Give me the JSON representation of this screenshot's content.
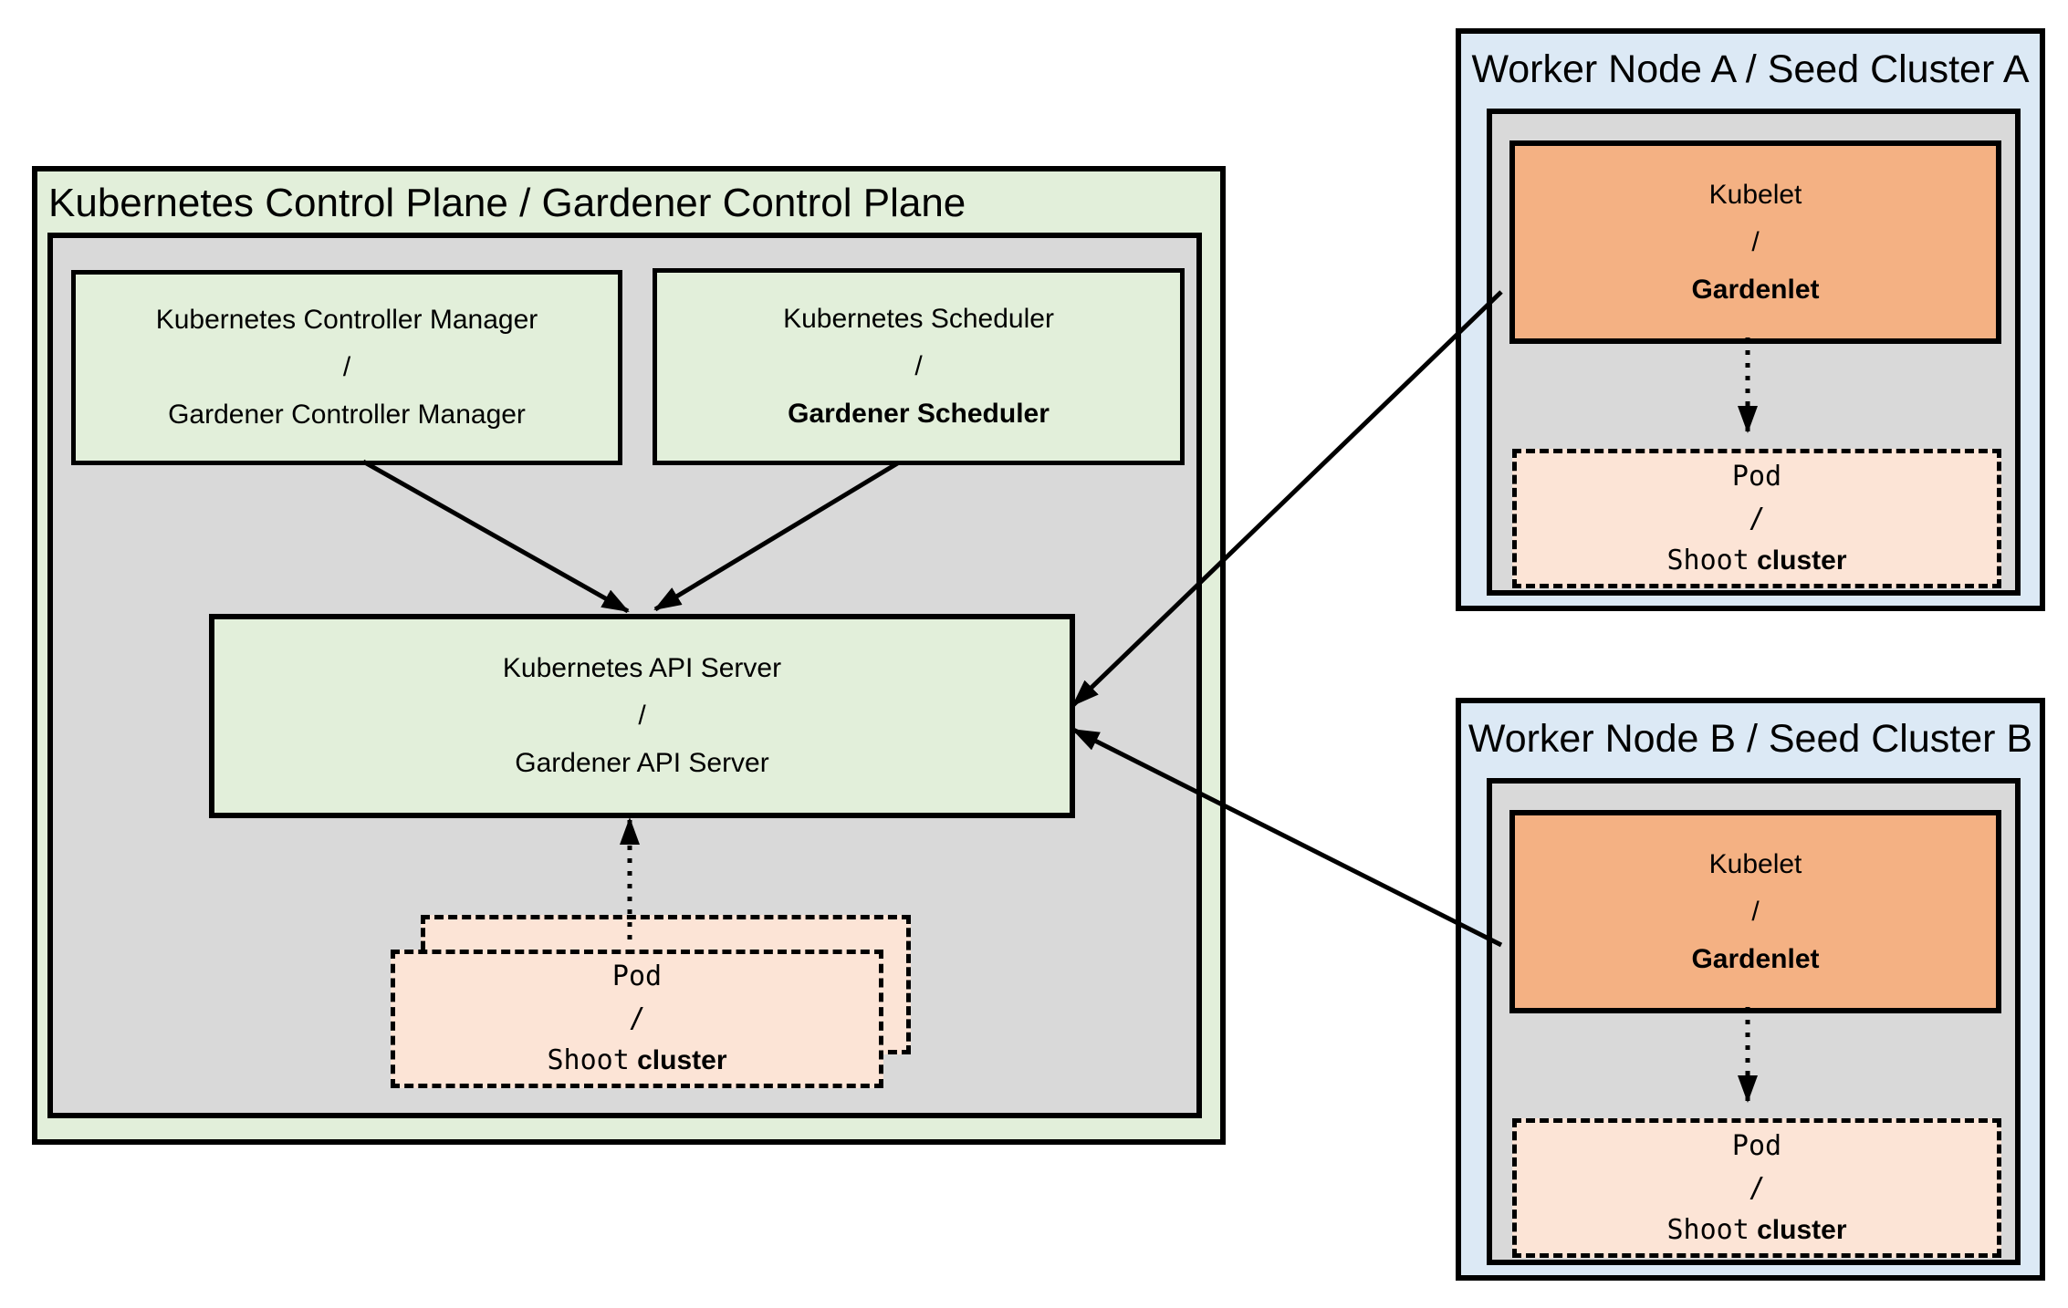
{
  "diagram": {
    "control_plane": {
      "title": "Kubernetes Control Plane / Gardener Control Plane",
      "controller_manager": {
        "top": "Kubernetes Controller Manager",
        "slash": "/",
        "bottom": "Gardener Controller Manager"
      },
      "scheduler": {
        "top": "Kubernetes Scheduler",
        "slash": "/",
        "bottom": "Gardener Scheduler"
      },
      "api_server": {
        "top": "Kubernetes API Server",
        "slash": "/",
        "bottom": "Gardener API Server"
      },
      "pod_stack": {
        "pod": "Pod",
        "slash": "/",
        "shoot": "Shoot",
        "cluster": "cluster"
      }
    },
    "worker_node_a": {
      "title": "Worker Node A / Seed Cluster A",
      "kubelet": {
        "top": "Kubelet",
        "slash": "/",
        "bottom": "Gardenlet"
      },
      "pod": {
        "pod": "Pod",
        "slash": "/",
        "shoot": "Shoot",
        "cluster": "cluster"
      }
    },
    "worker_node_b": {
      "title": "Worker Node B / Seed Cluster B",
      "kubelet": {
        "top": "Kubelet",
        "slash": "/",
        "bottom": "Gardenlet"
      },
      "pod": {
        "pod": "Pod",
        "slash": "/",
        "shoot": "Shoot",
        "cluster": "cluster"
      }
    }
  },
  "colors": {
    "control_plane_fill": "#e2efda",
    "inner_fill": "#d9d9d9",
    "kubelet_fill": "#f4b183",
    "pod_fill": "#fce4d6",
    "worker_fill": "#dce9f5",
    "line": "#000000",
    "background": "#ffffff"
  }
}
